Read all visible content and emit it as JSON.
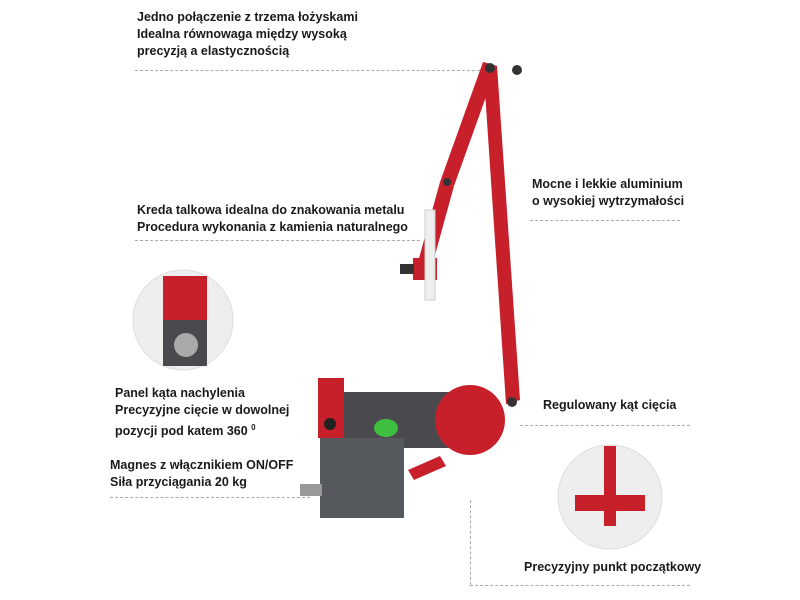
{
  "annotations": {
    "bearings": [
      "Jedno połączenie z trzema łożyskami",
      "Idealna równowaga między wysoką",
      "precyzją a elastycznością"
    ],
    "chalk": [
      "Kreda talkowa idealna do znakowania metalu",
      "Procedura wykonania z kamienia naturalnego"
    ],
    "aluminium": [
      "Mocne i lekkie aluminium",
      "o wysokiej wytrzymałości"
    ],
    "angle_panel": [
      "Panel kąta nachylenia",
      "Precyzyjne cięcie w dowolnej",
      "pozycji pod katem 360",
      "0"
    ],
    "magnet": [
      "Magnes z włącznikiem ON/OFF",
      "Siła przyciągania 20 kg"
    ],
    "cut_angle": "Regulowany kąt cięcia",
    "start_point": "Precyzyjny punkt początkowy"
  },
  "colors": {
    "accent": "#c8202a",
    "body": "#4a4a4e"
  }
}
